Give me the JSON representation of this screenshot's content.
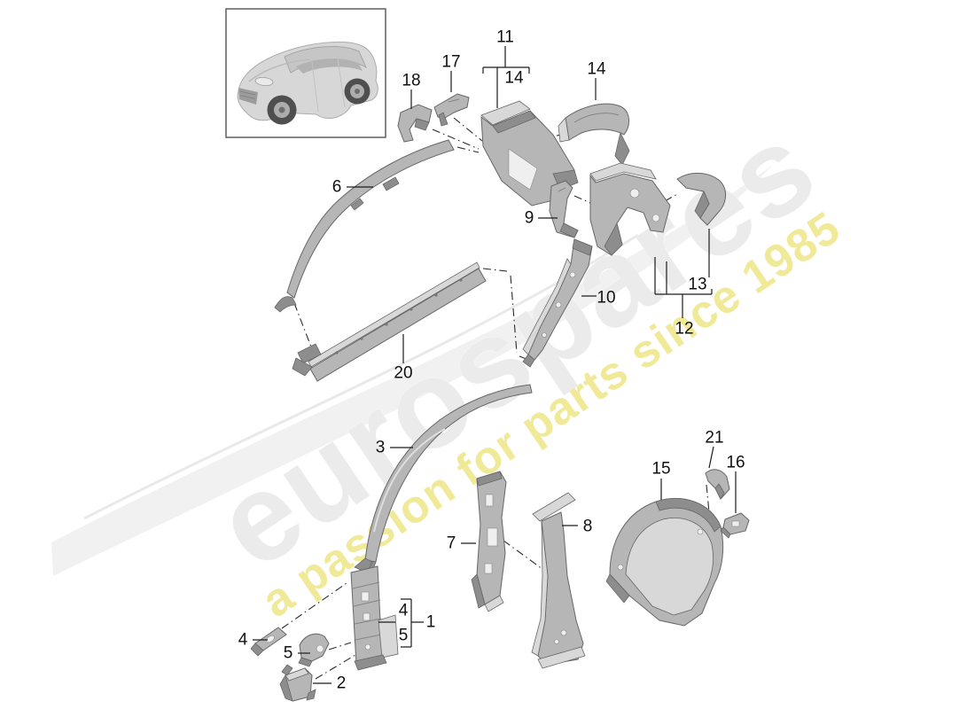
{
  "watermark": {
    "brand": "eurospares",
    "tagline": "a passion for parts since 1985"
  },
  "colors": {
    "wm-gray": "#ebebeb",
    "wm-yellow": "#f0e998",
    "metal-main": "#b6b6b6",
    "metal-dark": "#8d8d8d",
    "metal-light": "#d8d8d8",
    "hole-fill": "#efefef",
    "part-stroke": "#676767",
    "line-color": "#1c1c1c",
    "swoosh": "#f1f1f1",
    "box-border": "#5f5f5f",
    "label-color": "#111111"
  },
  "part_labels": {
    "n18": "18",
    "n17": "17",
    "n11": "11",
    "n14a": "14",
    "n14b": "14",
    "n6": "6",
    "n9": "9",
    "n10": "10",
    "n13": "13",
    "n12": "12",
    "n20": "20",
    "n3": "3",
    "n7": "7",
    "n8": "8",
    "n15": "15",
    "n21": "21",
    "n16": "16",
    "n4a": "4",
    "n5a": "5",
    "n2": "2",
    "n4b": "4",
    "n5b": "5",
    "n1": "1"
  }
}
